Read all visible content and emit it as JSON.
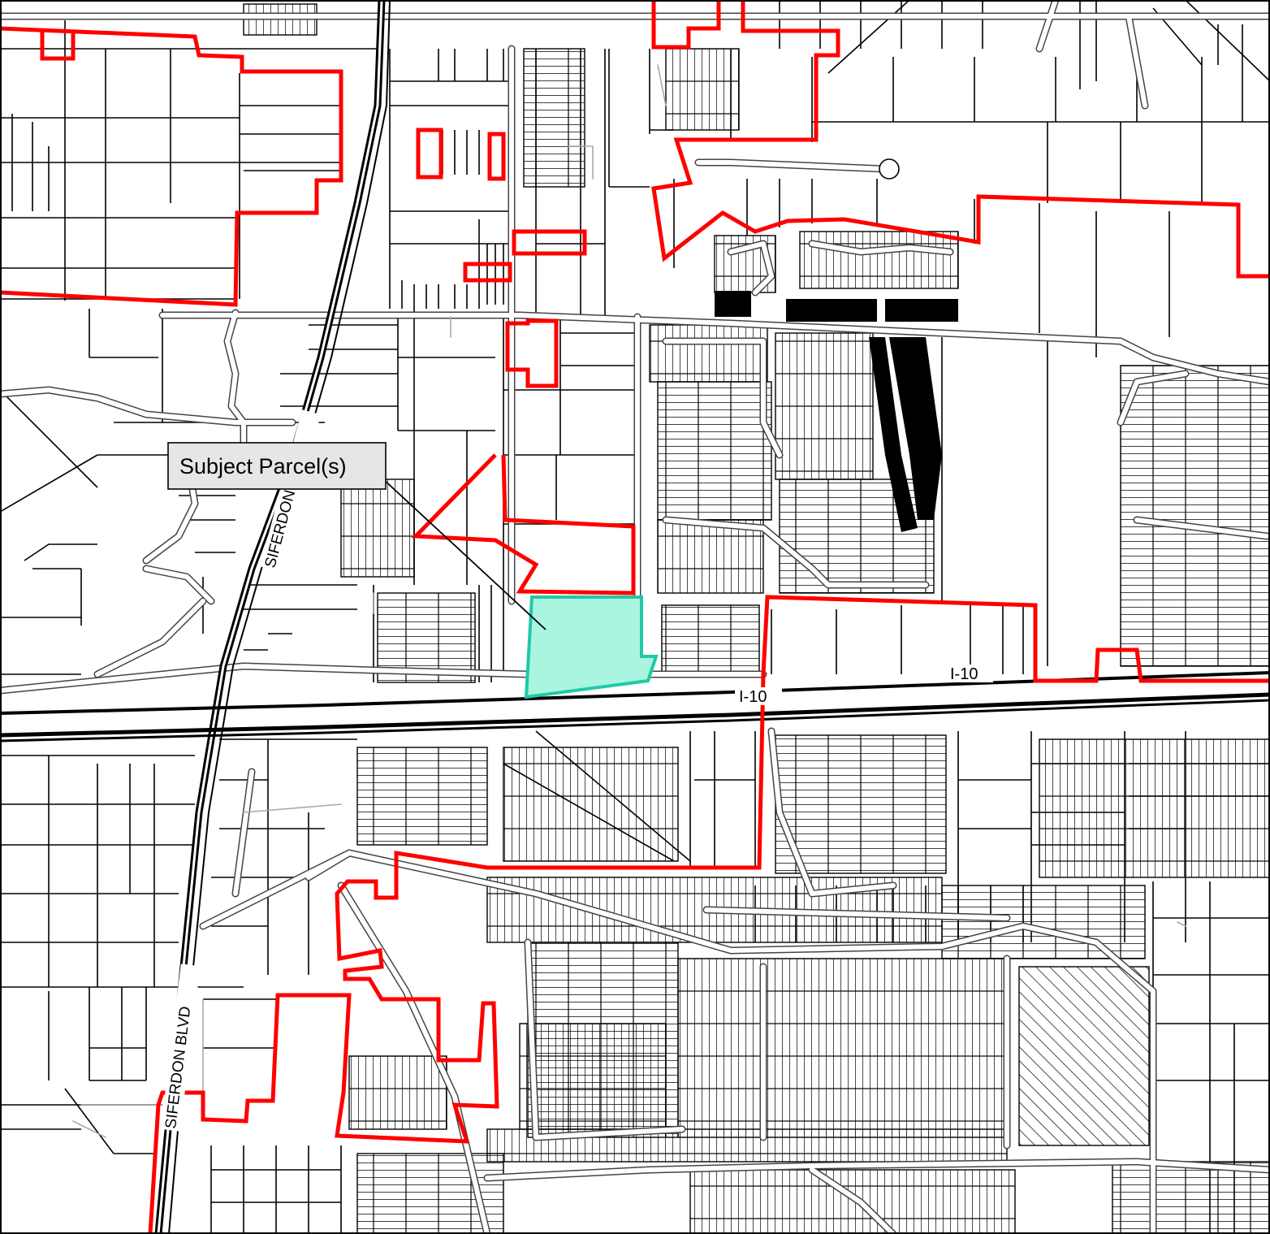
{
  "map": {
    "callout_label": "Subject Parcel(s)",
    "road_labels": {
      "siferdon_north": "SIFERDON BLVD",
      "siferdon_south": "SIFERDON BLVD"
    },
    "highway_labels": {
      "i10_eastbound": "I-10",
      "i10_westbound": "I-10"
    },
    "colors": {
      "parcel_line": "#000000",
      "boundary": "#ff0000",
      "subject_fill": "#aaf5df",
      "subject_outline": "#1fc9a8",
      "callout_bg": "#e6e6e6",
      "road_fill": "#ffffff",
      "street_edge": "#444444"
    }
  }
}
